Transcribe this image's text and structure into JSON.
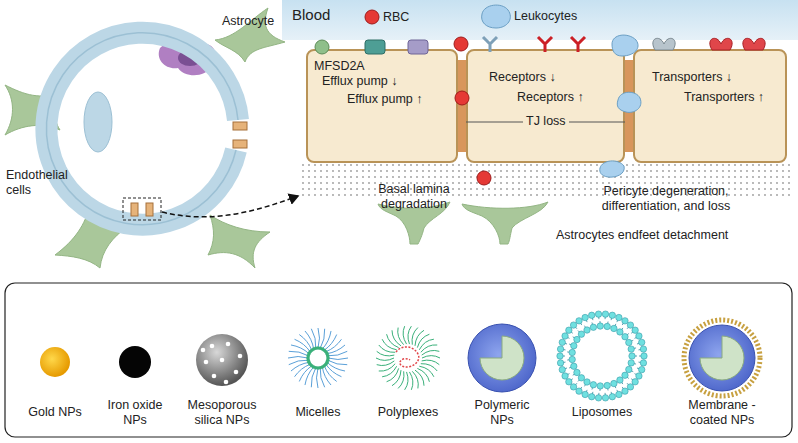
{
  "diagram": {
    "nodes": [
      {
        "text": [
          "Blood"
        ]
      },
      {
        "text": [
          "MFSD2A",
          "Efflux pump ↓",
          "Efflux pump ↑"
        ]
      },
      {
        "text": [
          "Receptors ↓",
          "Receptors ↑",
          "TJ loss"
        ]
      },
      {
        "text": [
          "Transporters ↓",
          "Transporters ↑"
        ]
      }
    ],
    "labels": [
      "RBC",
      "Leukocytes",
      "Astrocyte",
      "Endothelial cells",
      "Basal lamina degradation",
      "Pericyte degeneration, differentiation, and loss",
      "Astrocytes endfeet detachment",
      "Gold NPs",
      "Iron oxide NPs",
      "Mesoporous silica NPs",
      "Micelles",
      "Polyplexes",
      "Polymeric NPs",
      "Liposomes",
      "Membrane -coated NPs"
    ]
  }
}
